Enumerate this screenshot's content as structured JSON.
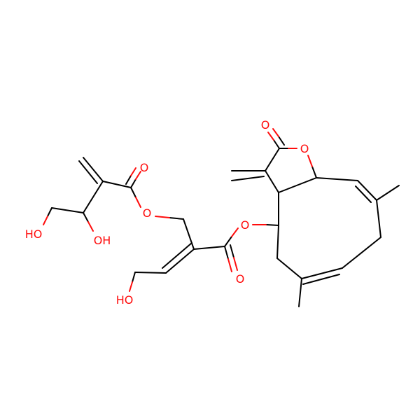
{
  "colors": {
    "background": "#ffffff",
    "bond": "#000000",
    "oxygen": "#ff0d0d"
  },
  "atoms": {
    "o_lactone_carbonyl": "O",
    "o_lactone_ring": "O",
    "o_ester_left_carbonyl": "O",
    "o_ester_left_link": "O",
    "o_ester_right_link": "O",
    "o_ester_right_carbonyl": "O",
    "oh_primary_left": "HO",
    "oh_secondary": "OH",
    "oh_allylic": "HO"
  }
}
